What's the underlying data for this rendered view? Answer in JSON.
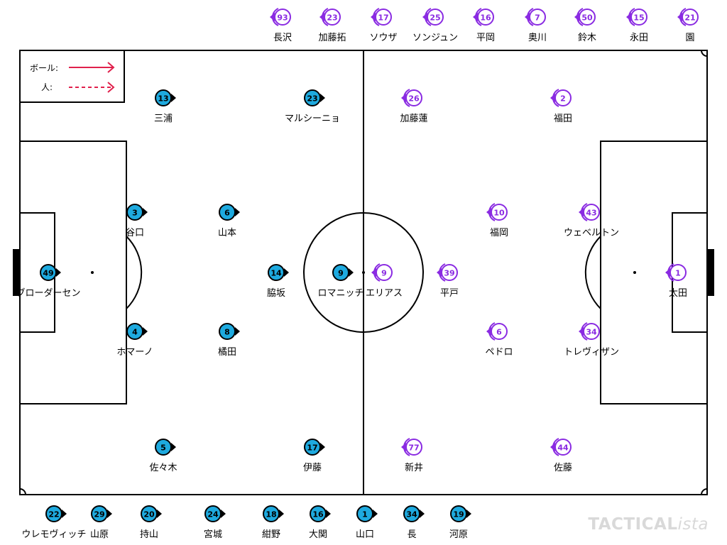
{
  "legend": {
    "ball_label": "ボール:",
    "person_label": "人:",
    "ball_color": "#e0204c",
    "person_color": "#e0204c"
  },
  "colors": {
    "home": "#1eaadf",
    "away": "#8a2be2",
    "line": "#000000"
  },
  "home_players": [
    {
      "num": "13",
      "name": "三浦"
    },
    {
      "num": "23",
      "name": "マルシーニョ"
    },
    {
      "num": "3",
      "name": "谷口"
    },
    {
      "num": "6",
      "name": "山本"
    },
    {
      "num": "49",
      "name": "ブローダーセン"
    },
    {
      "num": "14",
      "name": "脇坂"
    },
    {
      "num": "9",
      "name": "ロマニッチ"
    },
    {
      "num": "4",
      "name": "ホマーノ"
    },
    {
      "num": "8",
      "name": "橘田"
    },
    {
      "num": "5",
      "name": "佐々木"
    },
    {
      "num": "17",
      "name": "伊藤"
    }
  ],
  "away_players": [
    {
      "num": "26",
      "name": "加藤蓮"
    },
    {
      "num": "2",
      "name": "福田"
    },
    {
      "num": "10",
      "name": "福岡"
    },
    {
      "num": "43",
      "name": "ウェベルトン"
    },
    {
      "num": "9",
      "name": "エリアス"
    },
    {
      "num": "39",
      "name": "平戸"
    },
    {
      "num": "1",
      "name": "太田"
    },
    {
      "num": "6",
      "name": "ペドロ"
    },
    {
      "num": "34",
      "name": "トレヴィザン"
    },
    {
      "num": "77",
      "name": "新井"
    },
    {
      "num": "44",
      "name": "佐藤"
    }
  ],
  "away_bench": [
    {
      "num": "93",
      "name": "長沢"
    },
    {
      "num": "23",
      "name": "加藤拓"
    },
    {
      "num": "17",
      "name": "ソウザ"
    },
    {
      "num": "25",
      "name": "ソンジュン"
    },
    {
      "num": "16",
      "name": "平岡"
    },
    {
      "num": "7",
      "name": "奥川"
    },
    {
      "num": "50",
      "name": "鈴木"
    },
    {
      "num": "15",
      "name": "永田"
    },
    {
      "num": "21",
      "name": "園"
    }
  ],
  "home_bench": [
    {
      "num": "22",
      "name": "ウレモヴィッチ"
    },
    {
      "num": "29",
      "name": "山原"
    },
    {
      "num": "20",
      "name": "持山"
    },
    {
      "num": "24",
      "name": "宮城"
    },
    {
      "num": "18",
      "name": "紺野"
    },
    {
      "num": "16",
      "name": "大関"
    },
    {
      "num": "1",
      "name": "山口"
    },
    {
      "num": "34",
      "name": "長"
    },
    {
      "num": "19",
      "name": "河原"
    }
  ],
  "brand": {
    "main": "TACTICAL",
    "suffix": "ista"
  }
}
